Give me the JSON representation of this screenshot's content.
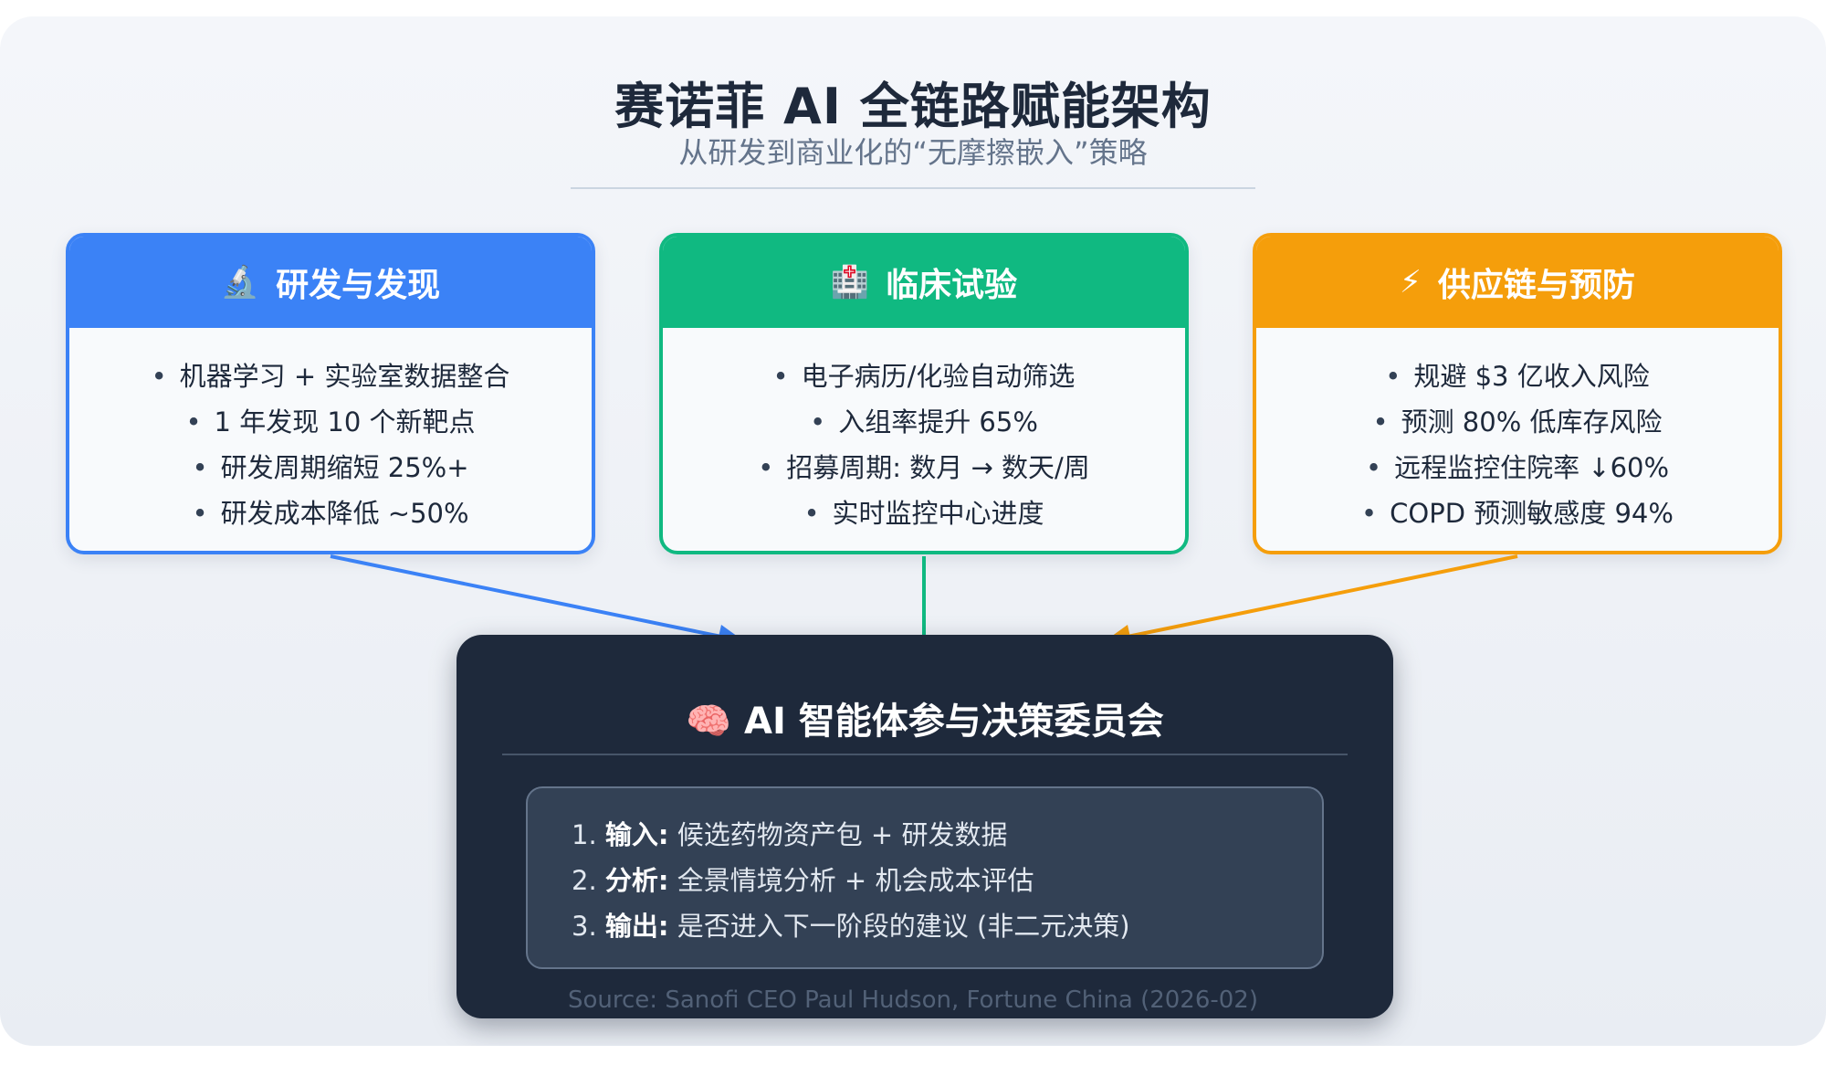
{
  "header": {
    "title": "赛诺菲 AI 全链路赋能架构",
    "subtitle": "从研发到商业化的“无摩擦嵌入”策略"
  },
  "colors": {
    "blue": "#3b82f6",
    "green": "#10b981",
    "orange": "#f59e0b",
    "dark": "#1e293b"
  },
  "cards": [
    {
      "icon": "🔬",
      "icon_name": "microscope-icon",
      "title": "研发与发现",
      "items": [
        "机器学习 + 实验室数据整合",
        "1 年发现 10 个新靶点",
        "研发周期缩短 25%+",
        "研发成本降低 ~50%"
      ]
    },
    {
      "icon": "🏥",
      "icon_name": "hospital-icon",
      "title": "临床试验",
      "items": [
        "电子病历/化验自动筛选",
        "入组率提升 65%",
        "招募周期: 数月 → 数天/周",
        "实时监控中心进度"
      ]
    },
    {
      "icon": "⚡",
      "icon_name": "lightning-icon",
      "title": "供应链与预防",
      "items": [
        "规避 $3 亿收入风险",
        "预测 80% 低库存风险",
        "远程监控住院率 ↓60%",
        "COPD 预测敏感度 94%"
      ]
    }
  ],
  "core": {
    "icon": "🧠",
    "icon_name": "brain-icon",
    "title": "AI 智能体参与决策委员会",
    "steps": [
      {
        "num": "1.",
        "label": "输入:",
        "text": "候选药物资产包 + 研发数据"
      },
      {
        "num": "2.",
        "label": "分析:",
        "text": "全景情境分析 + 机会成本评估"
      },
      {
        "num": "3.",
        "label": "输出:",
        "text": "是否进入下一阶段的建议 (非二元决策)"
      }
    ]
  },
  "bullet": "•",
  "source": "Source: Sanofi CEO Paul Hudson, Fortune China (2026-02)"
}
